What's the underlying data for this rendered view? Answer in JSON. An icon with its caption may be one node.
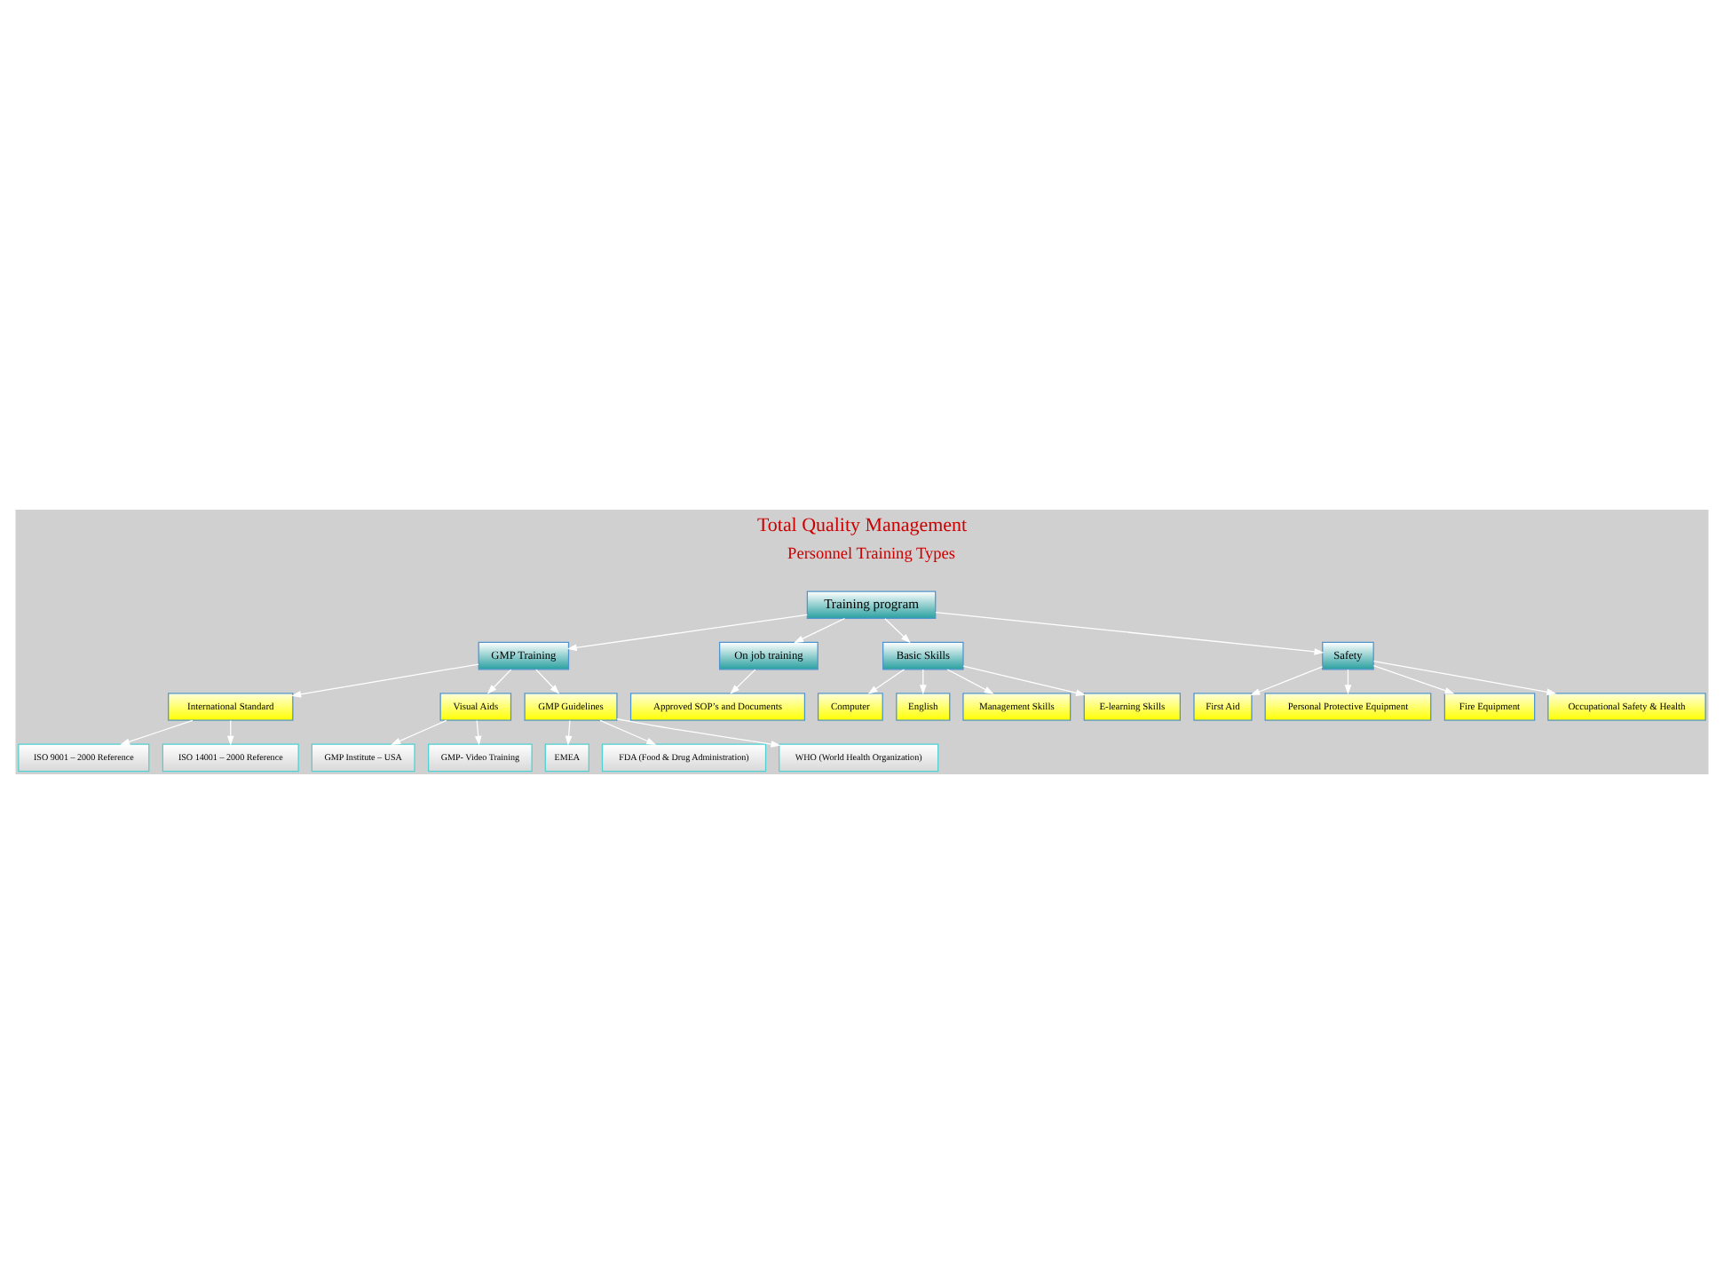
{
  "diagram": {
    "title": "Total Quality Management",
    "nodes": [
      {
        "text": [
          "Training program"
        ]
      },
      {
        "text": [
          "GMP Training"
        ]
      },
      {
        "text": [
          "On job training"
        ]
      },
      {
        "text": [
          "Basic Skills"
        ]
      },
      {
        "text": [
          "Safety"
        ]
      },
      {
        "text": [
          "International Standard"
        ]
      },
      {
        "text": [
          "Visual Aids"
        ]
      },
      {
        "text": [
          "GMP Guidelines"
        ]
      },
      {
        "text": [
          "ISO 9001 – 2000 Reference"
        ]
      },
      {
        "text": [
          "ISO 14001 – 2000 Reference"
        ]
      },
      {
        "text": [
          "GMP Institute – USA"
        ]
      },
      {
        "text": [
          "GMP- Video Training"
        ]
      },
      {
        "text": [
          "Computer"
        ]
      },
      {
        "text": [
          "English"
        ]
      },
      {
        "text": [
          "Management Skills"
        ]
      },
      {
        "text": [
          "E-learning Skills"
        ]
      },
      {
        "text": [
          "First Aid"
        ]
      },
      {
        "text": [
          "Personal Protective Equipment"
        ]
      },
      {
        "text": [
          "Fire Equipment"
        ]
      },
      {
        "text": [
          "Occupational Safety & Health"
        ]
      },
      {
        "text": [
          "Approved SOP’s and Documents"
        ]
      },
      {
        "text": [
          "EMEA"
        ]
      },
      {
        "text": [
          "FDA (Food & Drug Administration)"
        ]
      },
      {
        "text": [
          "WHO (World Health Organization)"
        ]
      }
    ],
    "edges": [
      {
        "from": 0,
        "to": 1,
        "arrow": "to"
      },
      {
        "from": 0,
        "to": 2,
        "arrow": "to"
      },
      {
        "from": 0,
        "to": 3,
        "arrow": "to"
      },
      {
        "from": 0,
        "to": 4,
        "arrow": "to"
      },
      {
        "from": 1,
        "to": 5,
        "arrow": "to"
      },
      {
        "from": 1,
        "to": 6,
        "arrow": "to"
      },
      {
        "from": 1,
        "to": 7,
        "arrow": "to"
      },
      {
        "from": 5,
        "to": 8,
        "arrow": "to"
      },
      {
        "from": 5,
        "to": 9,
        "arrow": "to"
      },
      {
        "from": 6,
        "to": 10,
        "arrow": "to"
      },
      {
        "from": 6,
        "to": 11,
        "arrow": "to"
      },
      {
        "from": 3,
        "to": 12,
        "arrow": "to"
      },
      {
        "from": 3,
        "to": 13,
        "arrow": "to"
      },
      {
        "from": 3,
        "to": 14,
        "arrow": "to"
      },
      {
        "from": 3,
        "to": 15,
        "arrow": "to"
      },
      {
        "from": 4,
        "to": 16,
        "arrow": "to"
      },
      {
        "from": 4,
        "to": 17,
        "arrow": "to"
      },
      {
        "from": 4,
        "to": 18,
        "arrow": "to"
      },
      {
        "from": 4,
        "to": 19,
        "arrow": "to"
      },
      {
        "from": 2,
        "to": 20,
        "arrow": "to"
      },
      {
        "from": 7,
        "to": 21,
        "arrow": "to"
      },
      {
        "from": 7,
        "to": 22,
        "arrow": "to"
      },
      {
        "from": 7,
        "to": 23,
        "arrow": "to"
      }
    ],
    "labels": [
      "Personnel Training Types"
    ]
  }
}
